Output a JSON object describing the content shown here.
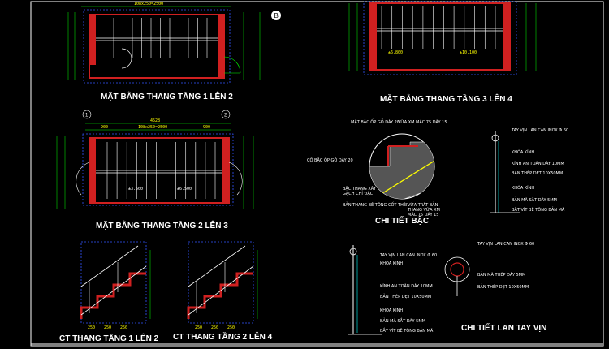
{
  "titles": {
    "t1": "MẶT BẰNG THANG TẦNG 1 LÊN 2",
    "t2": "MẶT BẰNG THANG TẦNG 2 LÊN 3",
    "t3": "MẶT BẰNG THANG TẦNG 3 LÊN 4",
    "t4": "CHI TIẾT BẬC",
    "t5": "CT THANG TẦNG 1 LÊN 2",
    "t6": "CT THANG TẦNG 2 LÊN 4",
    "t7": "CHI TIẾT LAN TAY VỊN"
  },
  "dims": {
    "p1_total": "108x250=2500",
    "p2_total": "4528",
    "p2_run": "108x250=2500",
    "p2_side": "900",
    "step": "250",
    "lvl_3500": "±3.500",
    "lvl_6500": "±6.500",
    "lvl_6800": "±6.800",
    "lvl_10100": "±10.100"
  },
  "axes": {
    "b": "B",
    "one": "1",
    "two": "2"
  },
  "notes": {
    "bac_1": "MẶT BẬC ỐP GỖ DÀY 20",
    "bac_2": "VỮA XM MÁC 75 DÀY 15",
    "bac_3": "CỔ BẬC ỐP GỖ DÀY 20",
    "bac_4": "BẬC THANG XÂY GẠCH CHỈ ĐẶC",
    "bac_5": "BẢN THANG BÊ TÔNG CỐT THÉP",
    "bac_6": "VỮA TRÁT BẢN THANG VỮA XM MÁC 75 DÀY 15",
    "lan_1": "TAY VỊN LAN CAN INOX Φ 60",
    "lan_2": "KHÓA KÍNH",
    "lan_3": "KÍNH AN TOÀN DÀY 10MM",
    "lan_4": "BẢN THÉP DẸT 10X50MM",
    "lan_5": "BẢN MÃ SẮT DÀY 5MM",
    "lan_6": "BẮT VÍT BÊ TÔNG BẢN MÃ",
    "lan_7": "BẢN MÃ THÉP DÀY 5MM",
    "lan_8": "BẢN THÉP DẸT 10X50MM"
  },
  "colors": {
    "bg": "#000000",
    "wall": "#d02020",
    "dim": "#00e000",
    "line": "#ffffff",
    "blue": "#3355ff",
    "yellow": "#ffff00",
    "cyan": "#00d0d0"
  }
}
